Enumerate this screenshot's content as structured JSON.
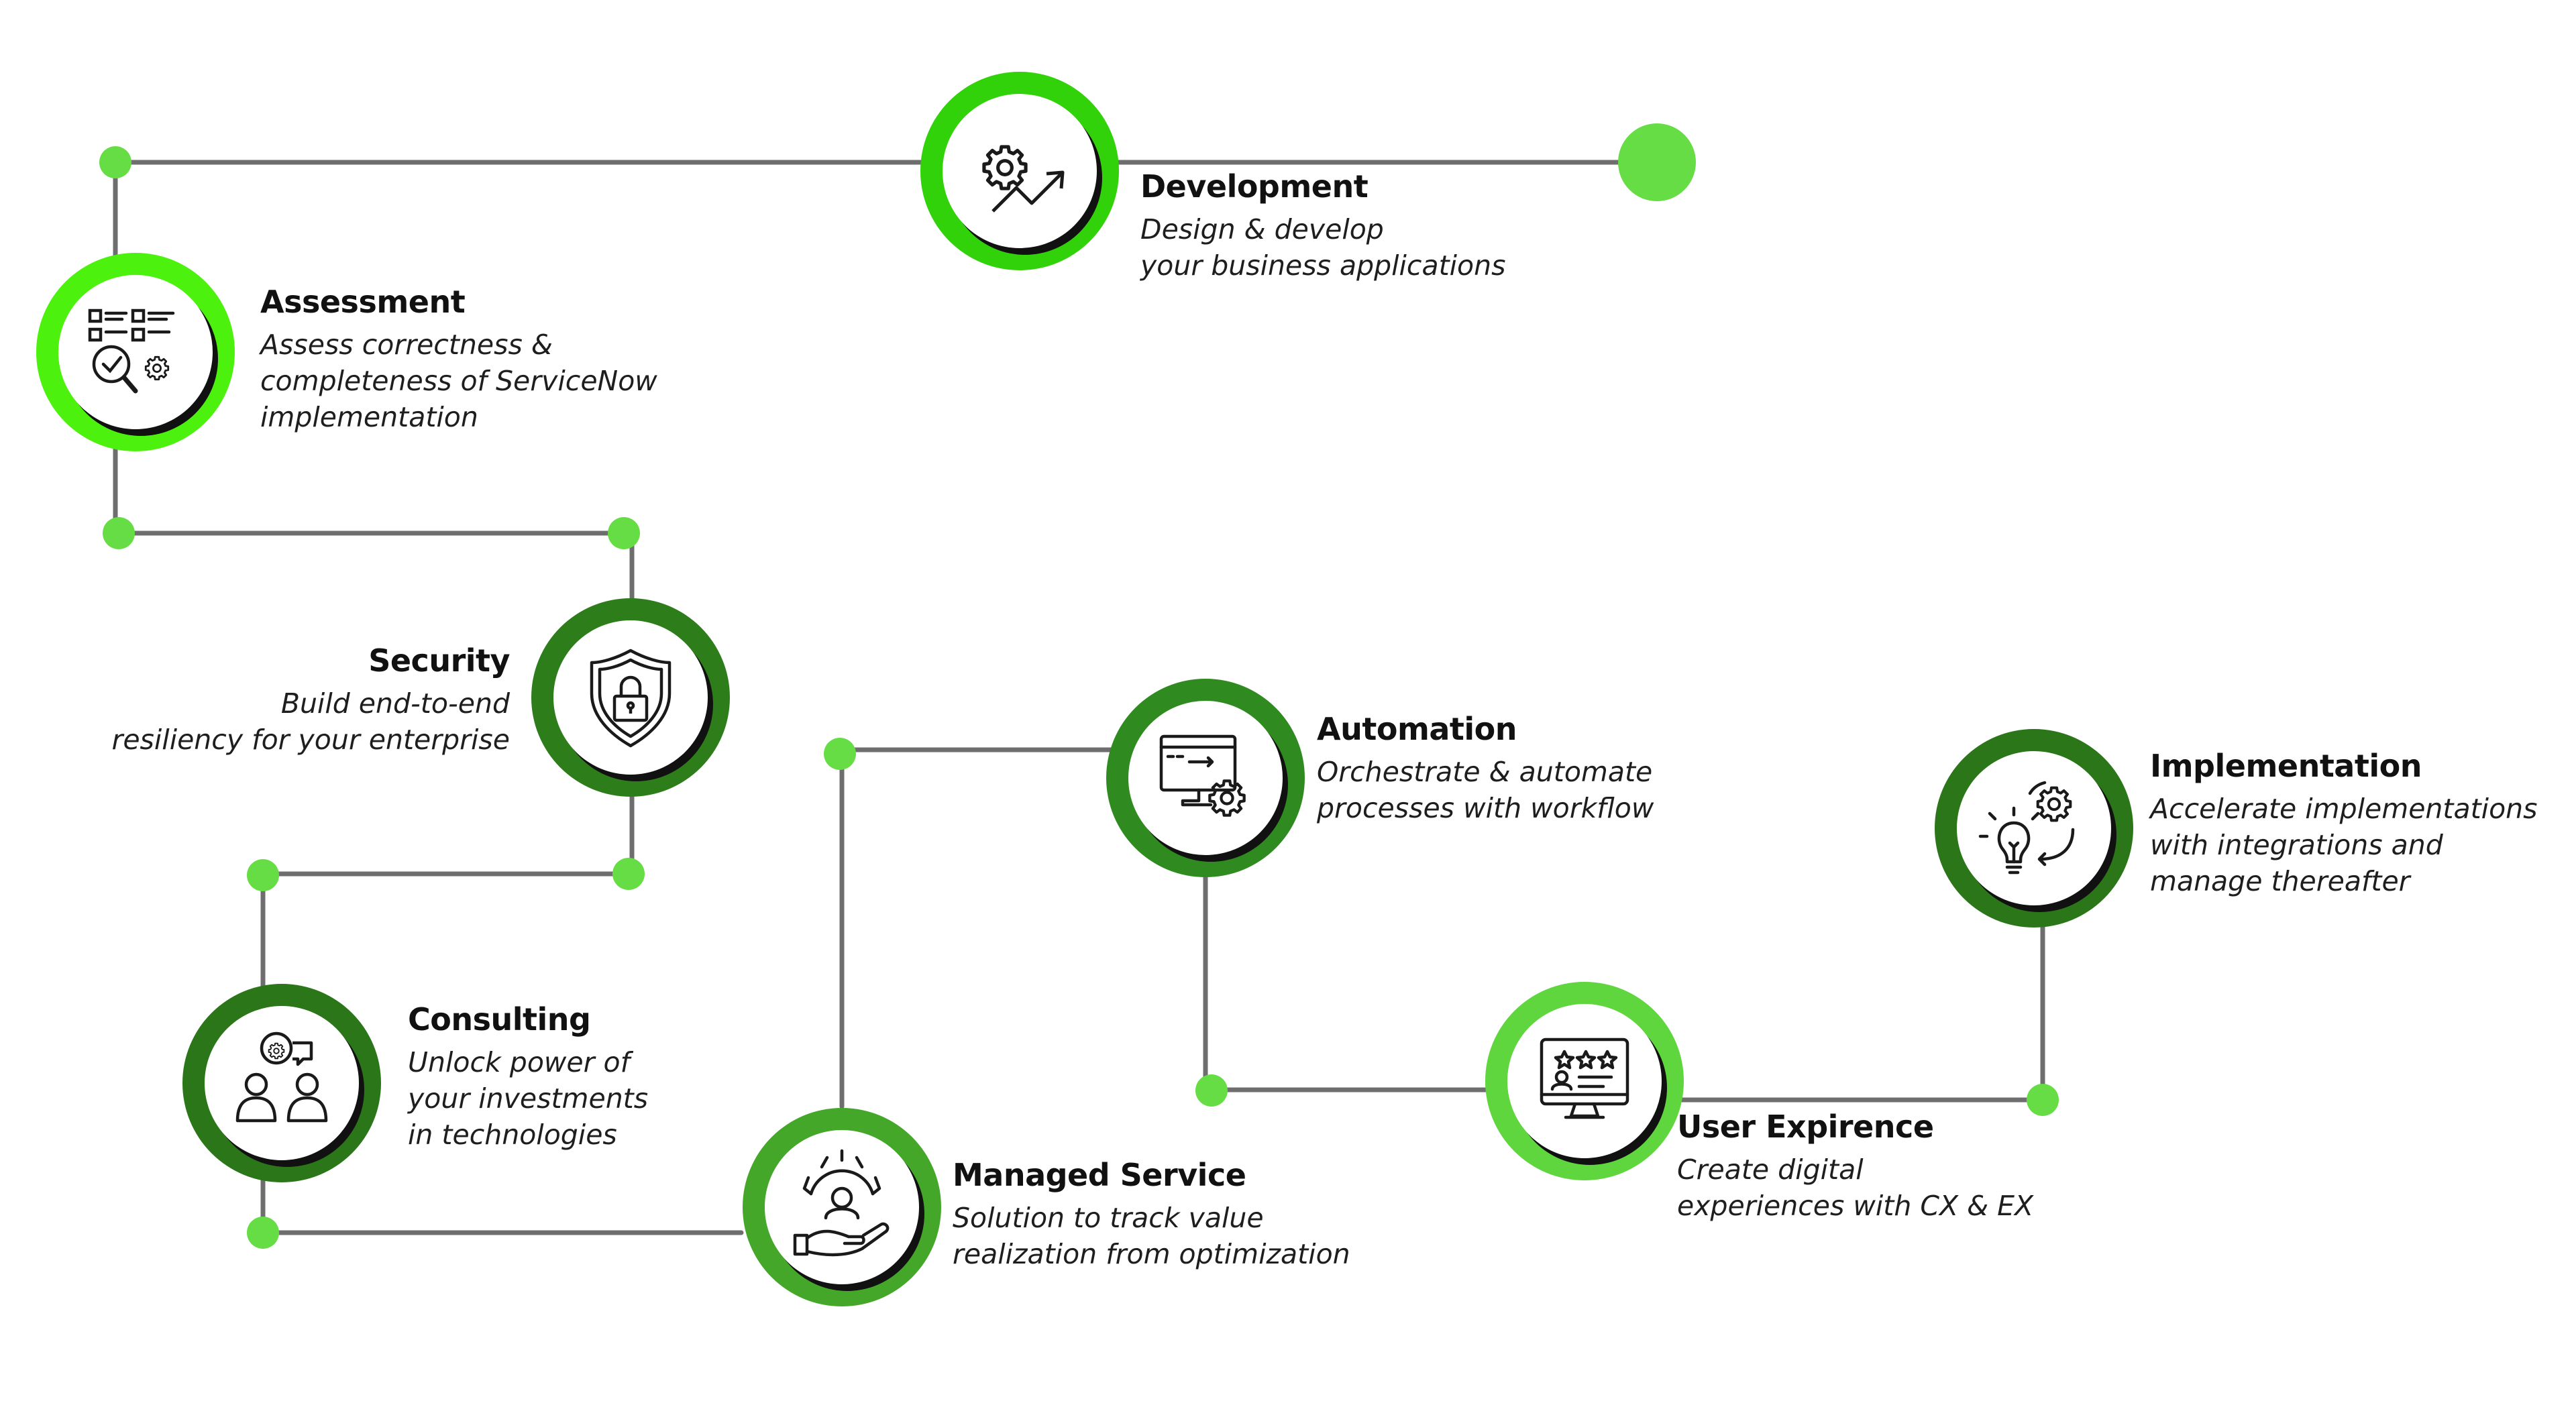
{
  "colors": {
    "line": "#6e6e6e",
    "dot": "#66dd44",
    "ring_bright": "#32d20a",
    "ring_light": "#5fd53e",
    "ring_medium": "#45a72a",
    "ring_dark": "#2a7618",
    "shadow": "#111111",
    "icon_stroke": "#1a1a1a"
  },
  "steps": {
    "development": {
      "title": "Development",
      "description": [
        "Design & develop",
        "your business applications"
      ],
      "icon": "gear-growth-arrow-icon"
    },
    "assessment": {
      "title": "Assessment",
      "description": [
        "Assess correctness &",
        "completeness of ServiceNow",
        "implementation"
      ],
      "icon": "checklist-magnifier-gear-icon"
    },
    "security": {
      "title": "Security",
      "description": [
        "Build end-to-end",
        "resiliency for your enterprise"
      ],
      "icon": "shield-lock-icon"
    },
    "consulting": {
      "title": "Consulting",
      "description": [
        "Unlock power of",
        "your investments",
        "in technologies"
      ],
      "icon": "people-discussion-icon"
    },
    "managed_service": {
      "title": "Managed Service",
      "description": [
        "Solution to track value",
        "realization from optimization"
      ],
      "icon": "hand-gear-person-icon"
    },
    "automation": {
      "title": "Automation",
      "description": [
        "Orchestrate & automate",
        "processes with workflow"
      ],
      "icon": "monitor-gear-icon"
    },
    "user_experience": {
      "title": "User Expirence",
      "description": [
        "Create digital",
        "experiences with CX & EX"
      ],
      "icon": "monitor-rating-user-icon"
    },
    "implementation": {
      "title": "Implementation",
      "description": [
        "Accelerate implementations",
        "with integrations and",
        "manage thereafter"
      ],
      "icon": "lightbulb-gear-cycle-icon"
    }
  }
}
